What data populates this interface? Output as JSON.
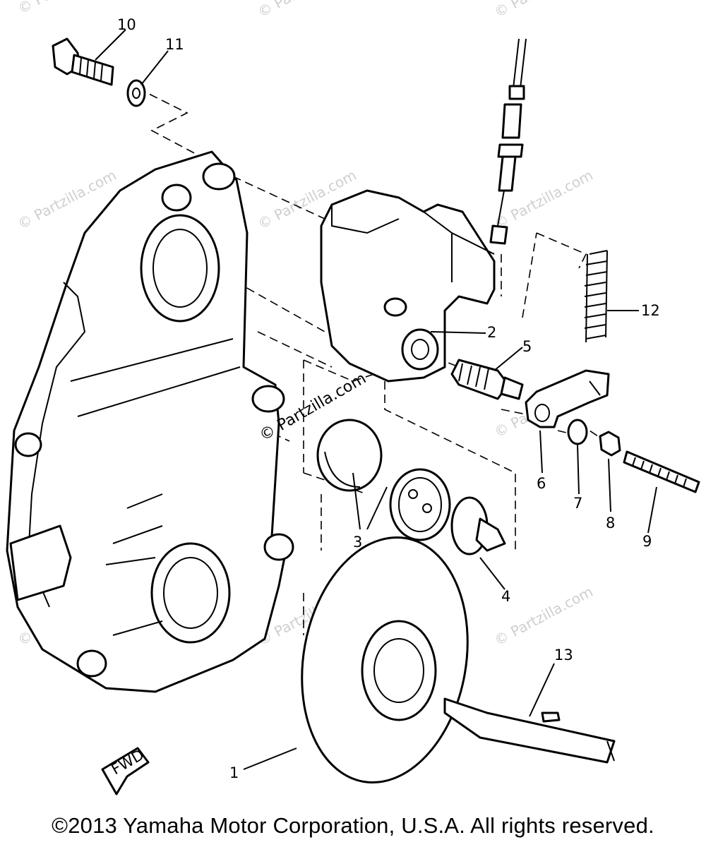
{
  "watermark": {
    "text": "© Partzilla.com",
    "center_text": "© Partzilla.com"
  },
  "fwd_label": "FWD",
  "callouts": [
    {
      "id": "1",
      "label": "1"
    },
    {
      "id": "2",
      "label": "2"
    },
    {
      "id": "3",
      "label": "3"
    },
    {
      "id": "4",
      "label": "4"
    },
    {
      "id": "5",
      "label": "5"
    },
    {
      "id": "6",
      "label": "6"
    },
    {
      "id": "7",
      "label": "7"
    },
    {
      "id": "8",
      "label": "8"
    },
    {
      "id": "9",
      "label": "9"
    },
    {
      "id": "10",
      "label": "10"
    },
    {
      "id": "11",
      "label": "11"
    },
    {
      "id": "12",
      "label": "12"
    },
    {
      "id": "13",
      "label": "13"
    }
  ],
  "copyright": "©2013 Yamaha Motor Corporation, U.S.A. All rights reserved."
}
